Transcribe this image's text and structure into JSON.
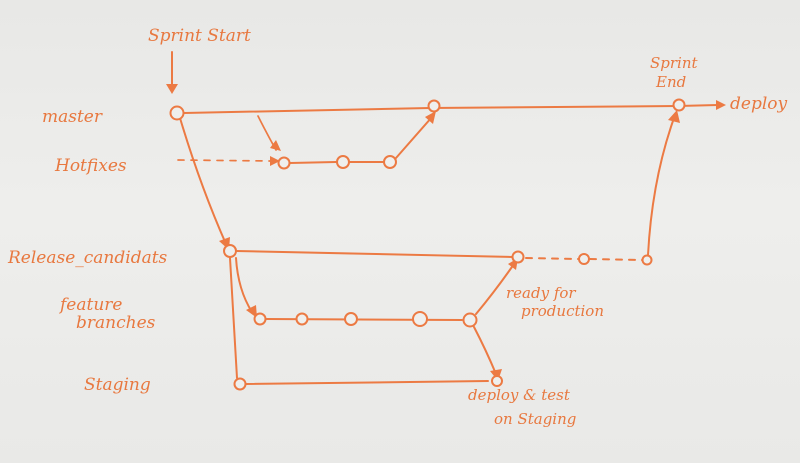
{
  "labels": {
    "sprint_start": "Sprint Start",
    "sprint_end_line1": "Sprint",
    "sprint_end_line2": "End",
    "deploy": "deploy",
    "master": "master",
    "hotfixes": "Hotfixes",
    "release_candidates": "Release_candidats",
    "feature_line1": "feature",
    "feature_line2": "branches",
    "staging": "Staging",
    "ready_line1": "ready for",
    "ready_line2": "production",
    "deploy_test_line1": "deploy & test",
    "deploy_test_line2": "on Staging"
  },
  "colors": {
    "ink": "#ec7a43",
    "board": "#ececea"
  }
}
